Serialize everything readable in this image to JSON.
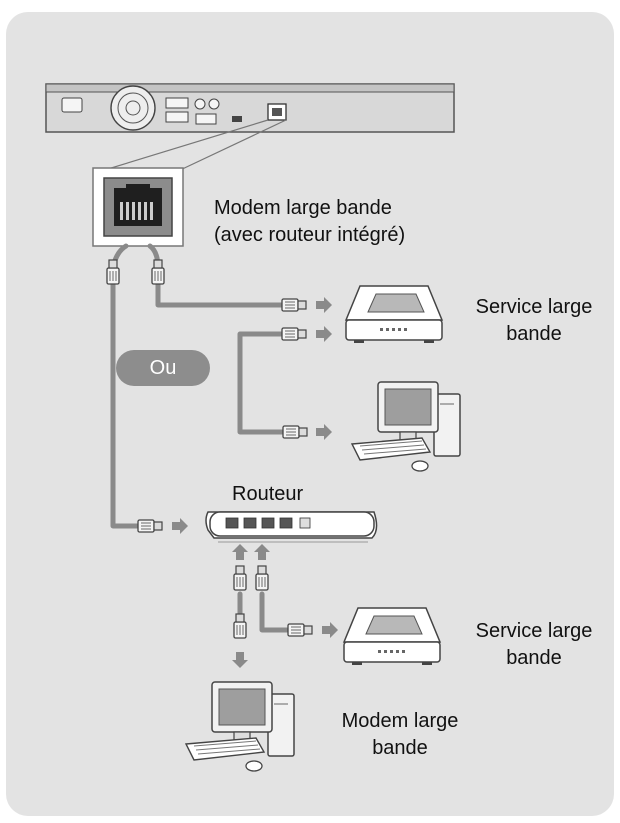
{
  "labels": {
    "modem_title_line1": "Modem large bande",
    "modem_title_line2": "(avec routeur intégré)",
    "service_top_line1": "Service large",
    "service_top_line2": "bande",
    "or_label": "Ou",
    "router_label": "Routeur",
    "service_bottom_line1": "Service large",
    "service_bottom_line2": "bande",
    "modem_bottom_line1": "Modem large",
    "modem_bottom_line2": "bande"
  },
  "icons": {
    "player": "blu-ray-player-rear-panel-icon",
    "lan_port": "ethernet-port-icon",
    "modem": "broadband-modem-icon",
    "router": "router-icon",
    "computer": "desktop-computer-icon",
    "plug": "ethernet-plug-icon",
    "arrow": "arrow-icon"
  },
  "colors": {
    "panel_bg": "#e3e3e3",
    "cable": "#8a8a8a",
    "or_badge": "#8d8d8d",
    "device_fill": "#ffffff",
    "device_stroke": "#444444"
  }
}
